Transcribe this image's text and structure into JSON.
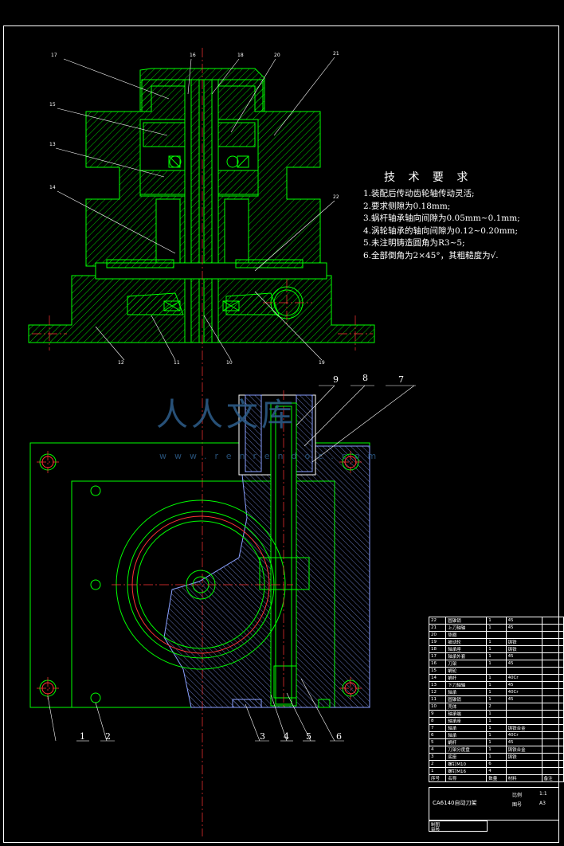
{
  "tech_requirements": {
    "title": "技 术 要 求",
    "lines": [
      "1.装配后传动齿轮轴传动灵活;",
      "2.要求侧隙为0.18mm;",
      "3.蜗杆轴承轴向间隙为0.05mm~0.1mm;",
      "4.涡轮轴承的轴向间隙为0.12~0.20mm;",
      "5.未注明铸造圆角为R3~5;",
      "6.全部倒角为2×45°，其粗糙度为√."
    ]
  },
  "watermark": {
    "main": "人人文库",
    "url": "www.renrendoc.com"
  },
  "top_view_labels": [
    "17",
    "16",
    "18",
    "20",
    "21",
    "15",
    "13",
    "14",
    "22",
    "12",
    "11",
    "10",
    "19"
  ],
  "bottom_view_labels": [
    "9",
    "8",
    "7",
    "1",
    "2",
    "3",
    "4",
    "5",
    "6"
  ],
  "parts_table": [
    [
      "22",
      "圆锥销",
      "1",
      "45",
      ""
    ],
    [
      "21",
      "上刀轴轴",
      "1",
      "45",
      ""
    ],
    [
      "20",
      "垫圈",
      "",
      "",
      ""
    ],
    [
      "19",
      "被动轮",
      "1",
      "铸铁",
      ""
    ],
    [
      "18",
      "轴承座",
      "1",
      "铸铁",
      ""
    ],
    [
      "17",
      "轴承外套",
      "1",
      "45",
      ""
    ],
    [
      "16",
      "刀架",
      "1",
      "45",
      ""
    ],
    [
      "15",
      "蜗轮",
      "",
      "",
      ""
    ],
    [
      "14",
      "蜗杆",
      "1",
      "40Cr",
      ""
    ],
    [
      "13",
      "下刀轴轴",
      "1",
      "45",
      ""
    ],
    [
      "12",
      "轴承",
      "1",
      "40Cr",
      ""
    ],
    [
      "11",
      "圆锥销",
      "1",
      "45",
      ""
    ],
    [
      "10",
      "壳体",
      "2",
      "",
      ""
    ],
    [
      "9",
      "轴承端",
      "1",
      "",
      ""
    ],
    [
      "8",
      "轴承座",
      "1",
      "",
      ""
    ],
    [
      "7",
      "轴承",
      "1",
      "铸铁合金",
      ""
    ],
    [
      "6",
      "轴承",
      "1",
      "40Cr",
      ""
    ],
    [
      "5",
      "蜗杆",
      "1",
      "45",
      ""
    ],
    [
      "4",
      "刀架分度盘",
      "1",
      "铸铁合金",
      ""
    ],
    [
      "3",
      "底座",
      "1",
      "铸铁",
      ""
    ],
    [
      "2",
      "螺钉M10",
      "6",
      "",
      ""
    ],
    [
      "1",
      "螺钉M16",
      "4",
      "",
      ""
    ]
  ],
  "parts_header": [
    "序号",
    "名称",
    "数量",
    "材料",
    "备注"
  ],
  "title_block": {
    "name": "CA6140自动刀架",
    "scale_label": "比例",
    "scale": "1:1",
    "sheet_label": "图号",
    "sheet": "A3",
    "draw_label": "制图",
    "check_label": "审核"
  }
}
